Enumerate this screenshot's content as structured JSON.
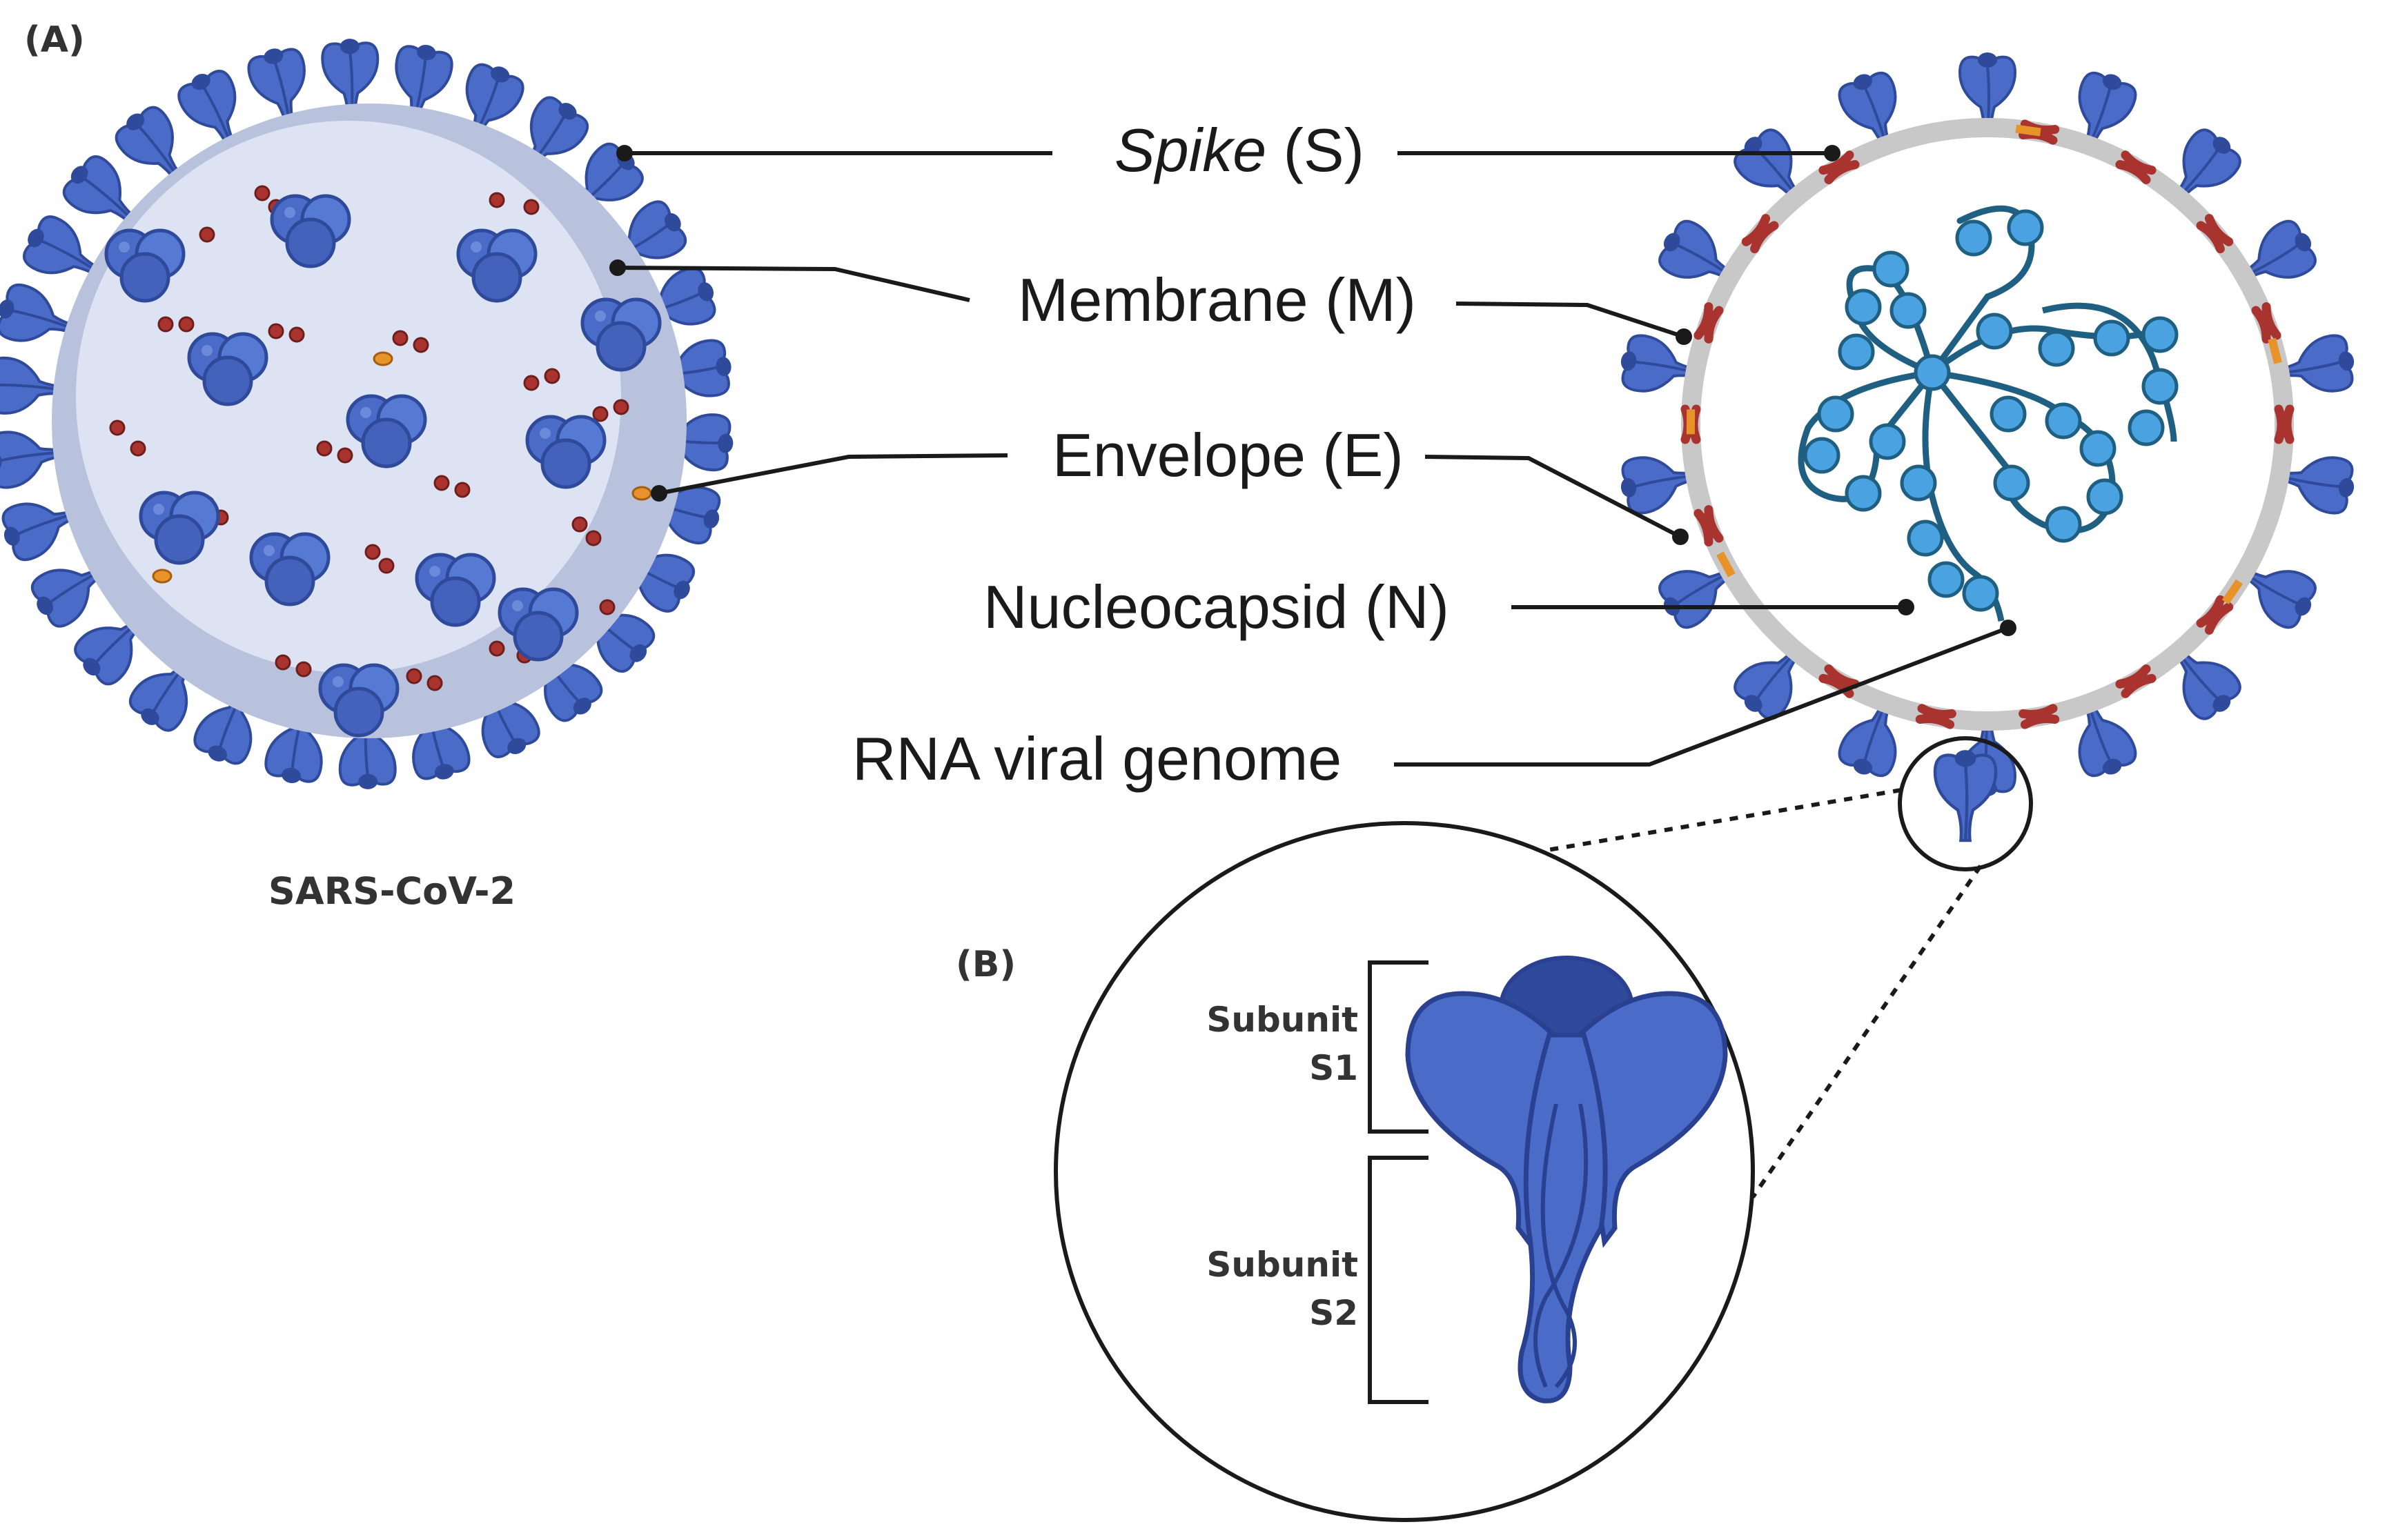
{
  "panel_a_label": "(A)",
  "panel_b_label": "(B)",
  "virus_name": "SARS-CoV-2",
  "labels": {
    "spike_word": "Spike",
    "spike_abbr": " (S)",
    "membrane": "Membrane (M)",
    "envelope": "Envelope (E)",
    "nucleocapsid": "Nucleocapsid (N)",
    "rna": "RNA viral genome"
  },
  "subunits": {
    "s1_line1": "Subunit",
    "s1_line2": "S1",
    "s2_line1": "Subunit",
    "s2_line2": "S2"
  },
  "colors": {
    "spike": "#4a6cc8",
    "spike_dark": "#2f4a9a",
    "membrane_protein": "#a8332f",
    "envelope_protein": "#e8922a",
    "nucleocapsid": "#4aa3e0",
    "rna": "#1f5f82",
    "virion_body": "#dde3f2",
    "virion_shadow": "#b9c2dc",
    "membrane_ring": "#c8c8c8"
  }
}
